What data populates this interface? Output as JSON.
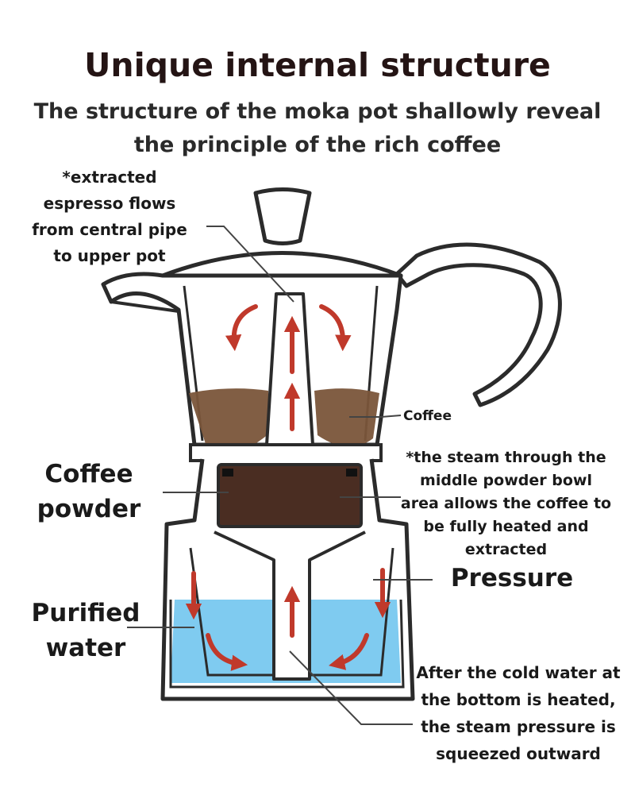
{
  "header": {
    "title": "Unique internal structure",
    "subtitle_line1": "The structure of the moka pot shallowly reveal",
    "subtitle_line2": "the principle of the rich coffee"
  },
  "labels": {
    "espresso_flow": [
      "*extracted",
      "espresso flows",
      "from central pipe",
      "to upper pot"
    ],
    "coffee": "Coffee",
    "steam_middle": [
      "*the steam through the",
      "middle powder bowl",
      "area allows the coffee to",
      "be fully heated and",
      "extracted"
    ],
    "coffee_powder": [
      "Coffee",
      "powder"
    ],
    "pressure": "Pressure",
    "purified_water": [
      "Purified",
      "water"
    ],
    "cold_water": [
      "After the cold water at",
      "the bottom is heated,",
      "the steam pressure is",
      "squeezed outward"
    ]
  },
  "colors": {
    "outline": "#2b2b2b",
    "coffee_liquid": "#7a553a",
    "coffee_powder": "#4a2d22",
    "water": "#7fcbf0",
    "arrow": "#c0392b"
  },
  "icons": [
    "flow-arrow-icon"
  ]
}
